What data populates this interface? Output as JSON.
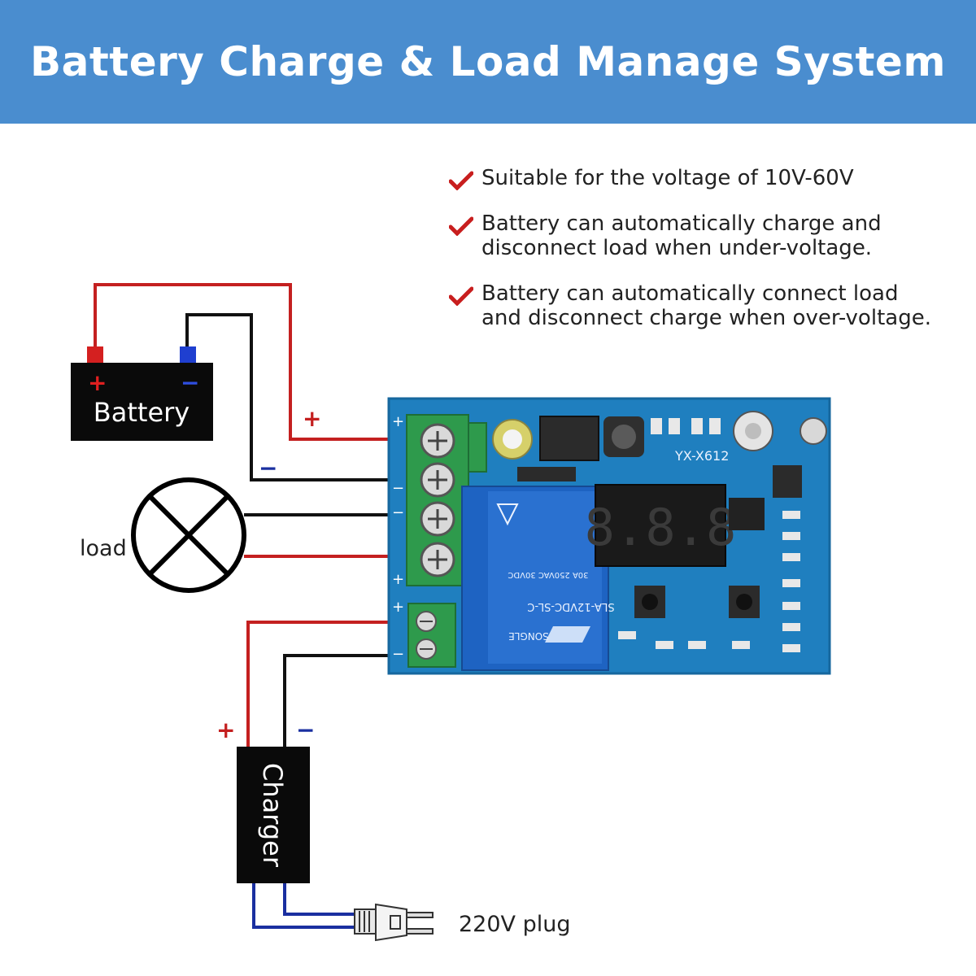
{
  "header": {
    "title": "Battery Charge & Load Manage System"
  },
  "features": [
    {
      "text": "Suitable for the voltage of 10V-60V",
      "icon": "check-icon"
    },
    {
      "text": "Battery can automatically charge and\ndisconnect load when under-voltage.",
      "icon": "check-icon"
    },
    {
      "text": "Battery can automatically connect load\nand disconnect charge when over-voltage.",
      "icon": "check-icon"
    }
  ],
  "diagram": {
    "battery_label": "Battery",
    "load_label": "load",
    "charger_label": "Charger",
    "plug_label": "220V plug",
    "plus": "+",
    "minus": "−",
    "board": {
      "model_label": "YX-X612",
      "display_value": "8.8.8",
      "relay_text_1": "SLA-12VDC-SL-C",
      "relay_text_2": "SONGLE",
      "relay_text_3": "30A 250VAC 30VDC",
      "terminal_labels": [
        "+",
        "−",
        "−",
        "+",
        "+",
        "−"
      ]
    }
  },
  "colors": {
    "banner": "#4a8dcf",
    "wire_red": "#c42020",
    "wire_black": "#111111",
    "wire_blue": "#1a2fa0",
    "board": "#1f7fbf",
    "relay": "#1e63c2",
    "terminal": "#2e9a4c",
    "check": "#c81e1e"
  }
}
